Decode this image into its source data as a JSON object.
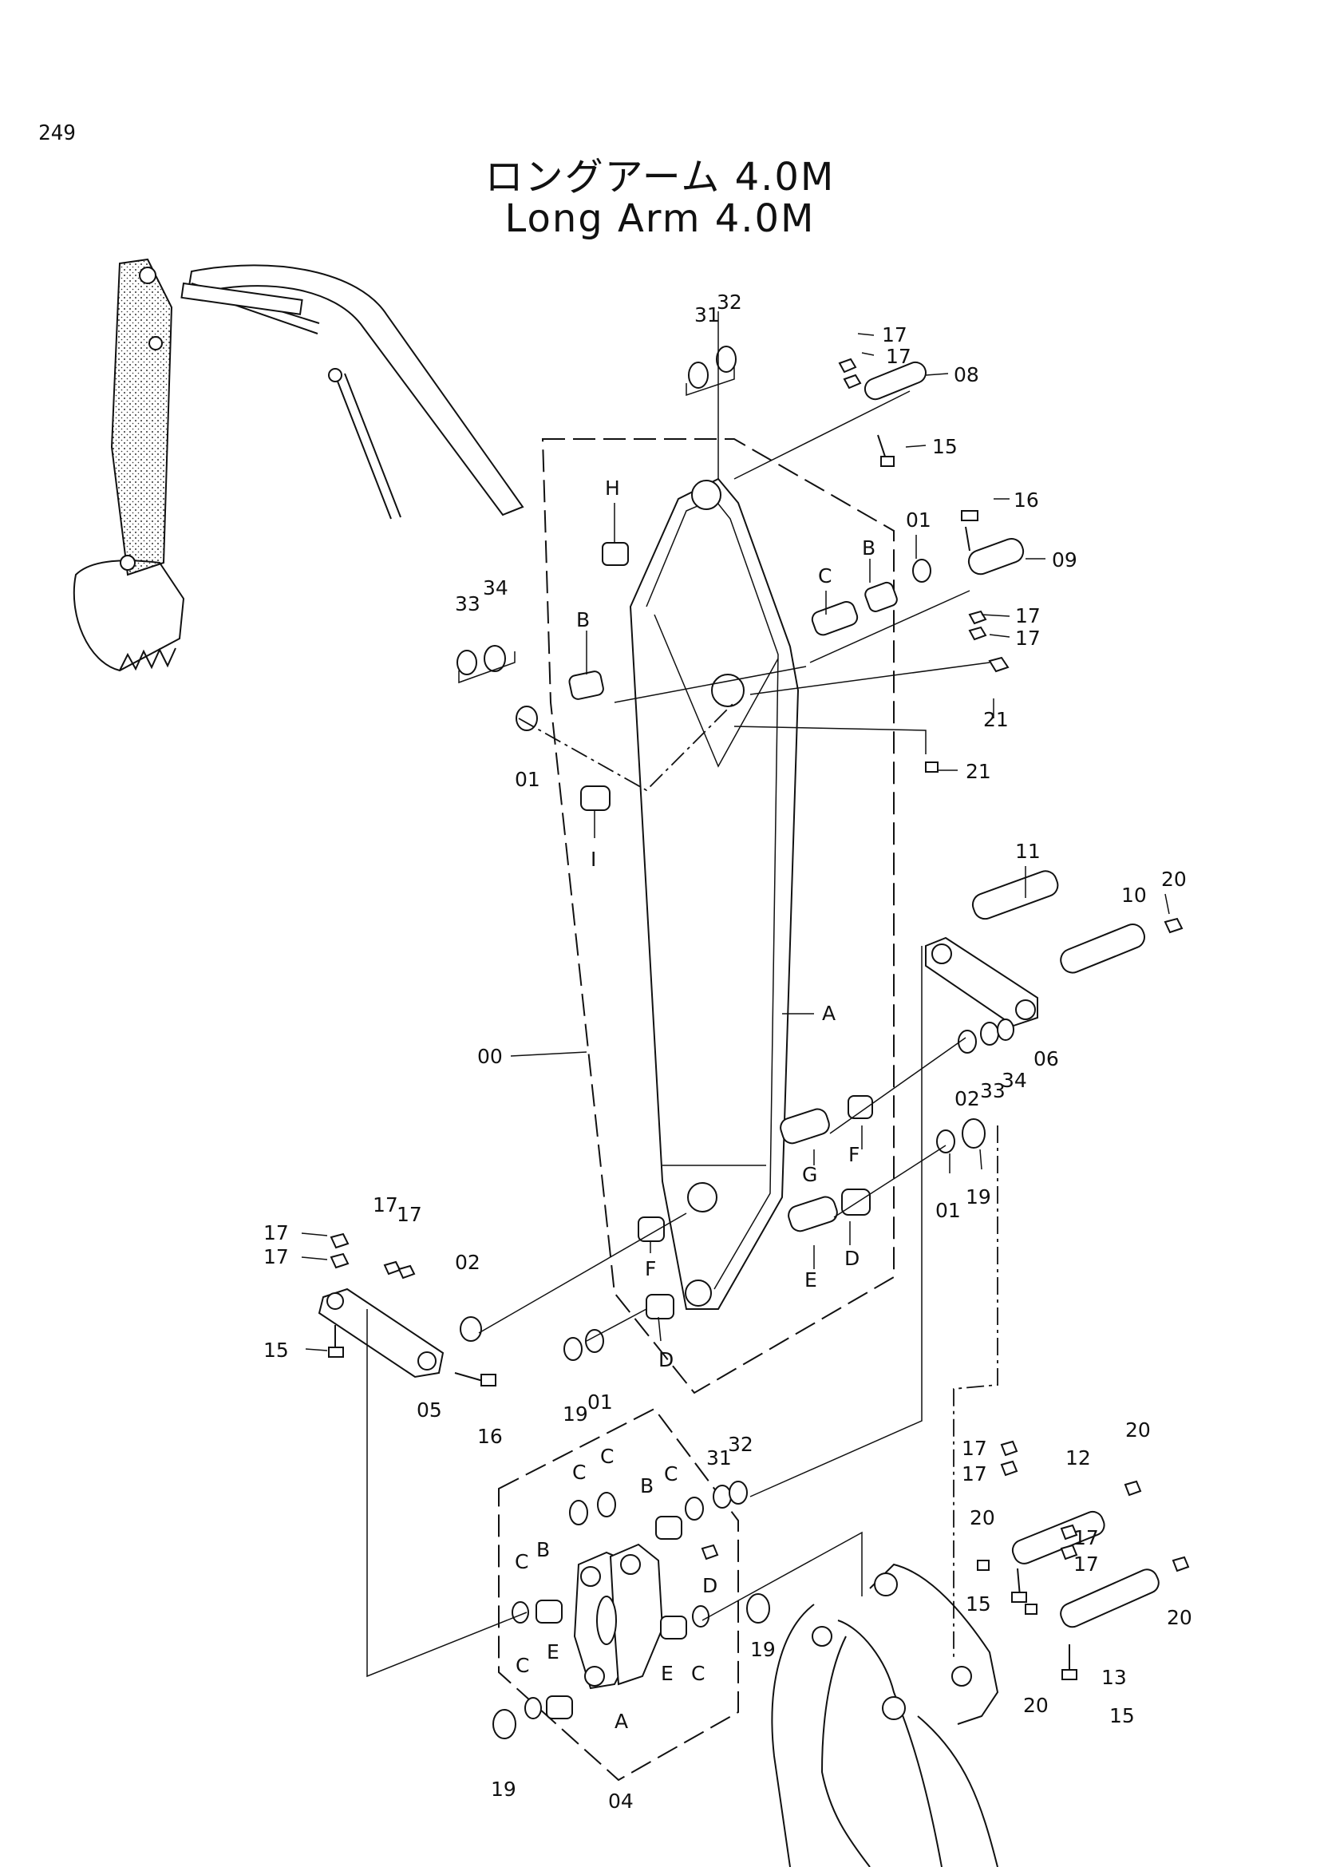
{
  "page_number": "249",
  "title_jp": "ロングアーム 4.0M",
  "title_en": "Long Arm 4.0M",
  "callouts": [
    {
      "id": "c31a",
      "text": "31"
    },
    {
      "id": "c32a",
      "text": "32"
    },
    {
      "id": "c17a",
      "text": "17"
    },
    {
      "id": "c17b",
      "text": "17"
    },
    {
      "id": "c08",
      "text": "08"
    },
    {
      "id": "c15a",
      "text": "15"
    },
    {
      "id": "cH",
      "text": "H"
    },
    {
      "id": "c16a",
      "text": "16"
    },
    {
      "id": "c01a",
      "text": "01"
    },
    {
      "id": "cBa",
      "text": "B"
    },
    {
      "id": "cCa",
      "text": "C"
    },
    {
      "id": "c09",
      "text": "09"
    },
    {
      "id": "c17c",
      "text": "17"
    },
    {
      "id": "c17d",
      "text": "17"
    },
    {
      "id": "c33a",
      "text": "33"
    },
    {
      "id": "c34a",
      "text": "34"
    },
    {
      "id": "cBb",
      "text": "B"
    },
    {
      "id": "c21a",
      "text": "21"
    },
    {
      "id": "c01b",
      "text": "01"
    },
    {
      "id": "c21b",
      "text": "21"
    },
    {
      "id": "cI",
      "text": "I"
    },
    {
      "id": "c11",
      "text": "11"
    },
    {
      "id": "c20a",
      "text": "20"
    },
    {
      "id": "c10",
      "text": "10"
    },
    {
      "id": "cAa",
      "text": "A"
    },
    {
      "id": "c00",
      "text": "00"
    },
    {
      "id": "c02a",
      "text": "02"
    },
    {
      "id": "c33b",
      "text": "33"
    },
    {
      "id": "c34b",
      "text": "34"
    },
    {
      "id": "c06",
      "text": "06"
    },
    {
      "id": "cFa",
      "text": "F"
    },
    {
      "id": "cG",
      "text": "G"
    },
    {
      "id": "c01c",
      "text": "01"
    },
    {
      "id": "c19a",
      "text": "19"
    },
    {
      "id": "c17e",
      "text": "17"
    },
    {
      "id": "c17f",
      "text": "17"
    },
    {
      "id": "c17g",
      "text": "17"
    },
    {
      "id": "c17h",
      "text": "17"
    },
    {
      "id": "c02b",
      "text": "02"
    },
    {
      "id": "cFb",
      "text": "F"
    },
    {
      "id": "cEa",
      "text": "E"
    },
    {
      "id": "cDa",
      "text": "D"
    },
    {
      "id": "c15b",
      "text": "15"
    },
    {
      "id": "c05",
      "text": "05"
    },
    {
      "id": "c16b",
      "text": "16"
    },
    {
      "id": "c19b",
      "text": "19"
    },
    {
      "id": "c01d",
      "text": "01"
    },
    {
      "id": "cDb",
      "text": "D"
    },
    {
      "id": "cCb",
      "text": "C"
    },
    {
      "id": "cCc",
      "text": "C"
    },
    {
      "id": "cBc",
      "text": "B"
    },
    {
      "id": "cCd",
      "text": "C"
    },
    {
      "id": "c31b",
      "text": "31"
    },
    {
      "id": "c32b",
      "text": "32"
    },
    {
      "id": "c20b",
      "text": "20"
    },
    {
      "id": "c17i",
      "text": "17"
    },
    {
      "id": "c17j",
      "text": "17"
    },
    {
      "id": "c12",
      "text": "12"
    },
    {
      "id": "cCe",
      "text": "C"
    },
    {
      "id": "cBd",
      "text": "B"
    },
    {
      "id": "cDc",
      "text": "D"
    },
    {
      "id": "c20c",
      "text": "20"
    },
    {
      "id": "c17k",
      "text": "17"
    },
    {
      "id": "c17l",
      "text": "17"
    },
    {
      "id": "c20d",
      "text": "20"
    },
    {
      "id": "c15c",
      "text": "15"
    },
    {
      "id": "c19c",
      "text": "19"
    },
    {
      "id": "cCf",
      "text": "C"
    },
    {
      "id": "cEb",
      "text": "E"
    },
    {
      "id": "cAb",
      "text": "A"
    },
    {
      "id": "cEc",
      "text": "E"
    },
    {
      "id": "cCg",
      "text": "C"
    },
    {
      "id": "c13",
      "text": "13"
    },
    {
      "id": "c20e",
      "text": "20"
    },
    {
      "id": "c15d",
      "text": "15"
    },
    {
      "id": "c19d",
      "text": "19"
    },
    {
      "id": "c04",
      "text": "04"
    }
  ]
}
